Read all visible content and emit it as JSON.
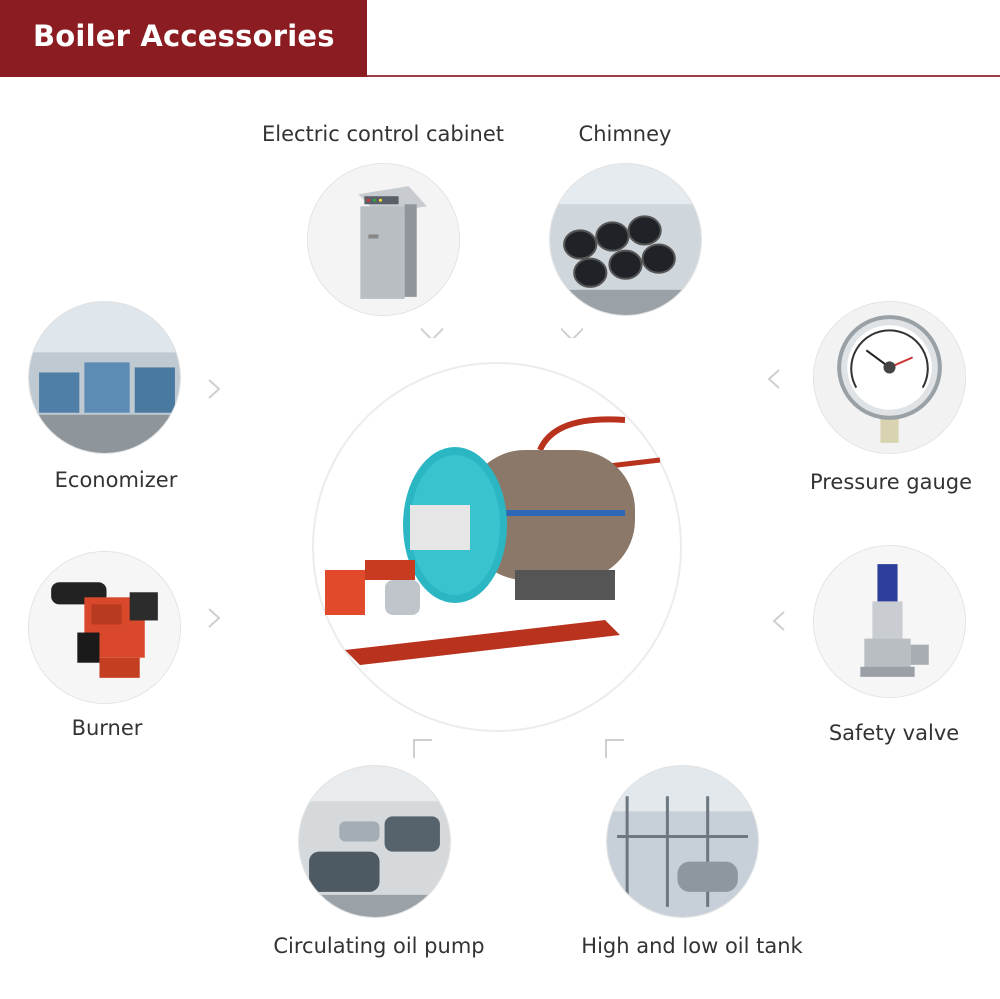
{
  "header": {
    "title": "Boiler Accessories"
  },
  "accessories": [
    {
      "label": "Electric control cabinet",
      "icon": "electric-control-cabinet-image"
    },
    {
      "label": "Chimney",
      "icon": "chimney-image"
    },
    {
      "label": "Economizer",
      "icon": "economizer-image"
    },
    {
      "label": "Pressure gauge",
      "icon": "pressure-gauge-image"
    },
    {
      "label": "Burner",
      "icon": "burner-image"
    },
    {
      "label": "Safety valve",
      "icon": "safety-valve-image"
    },
    {
      "label": "Circulating oil pump",
      "icon": "circulating-oil-pump-image"
    },
    {
      "label": "High and low oil tank",
      "icon": "oil-tank-image"
    }
  ],
  "center": {
    "icon": "oil-fired-boiler-image"
  },
  "colors": {
    "brand": "#8b1c22",
    "boiler_teal": "#2bb6c4",
    "burner_red": "#d9482b"
  }
}
